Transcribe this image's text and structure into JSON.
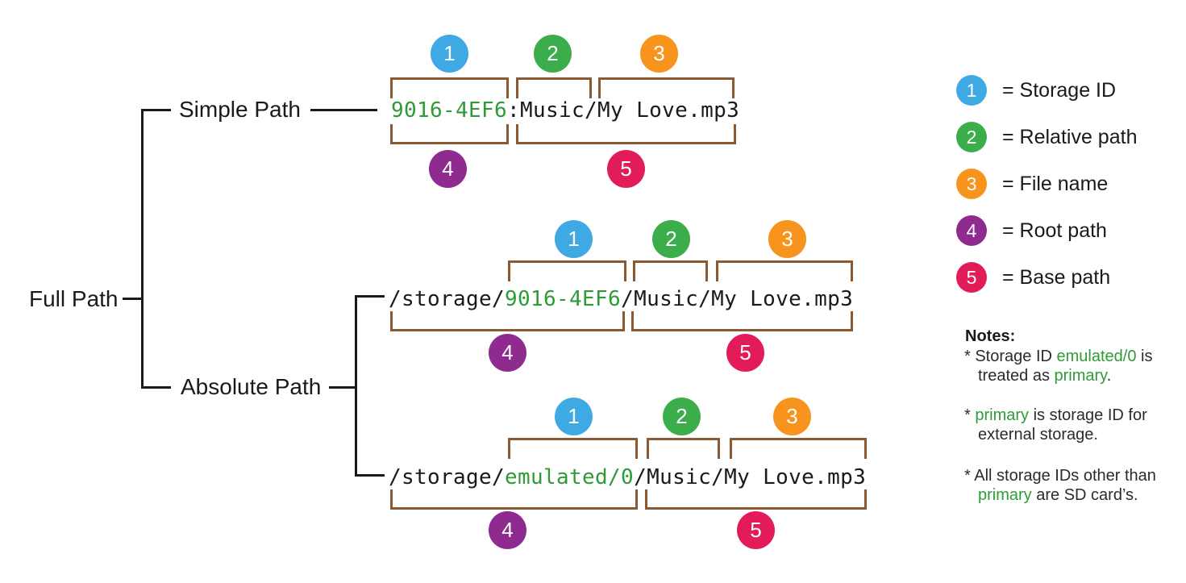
{
  "palette": {
    "marker_1_blue": "#3FA9E4",
    "marker_2_green": "#3BAD4A",
    "marker_3_orange": "#F7941E",
    "marker_4_purple": "#8F2B8F",
    "marker_5_pink": "#E21B59",
    "path_highlight_green": "#2E9B36",
    "bracket_brown": "#8A5A33",
    "text_black": "#1A1A1A"
  },
  "tree": {
    "root": "Full Path",
    "branch_top": "Simple Path",
    "branch_bottom": "Absolute Path"
  },
  "markers": {
    "storage_id": "1",
    "relative_path": "2",
    "file_name": "3",
    "root_path": "4",
    "base_path": "5"
  },
  "paths": [
    {
      "name": "simple-path",
      "segments": [
        {
          "t": "9016-4EF6",
          "hl": true
        },
        {
          "t": ":Music/My Love.mp3",
          "hl": false
        }
      ]
    },
    {
      "name": "absolute-path-sdcard",
      "segments": [
        {
          "t": "/storage/",
          "hl": false
        },
        {
          "t": "9016-4EF6",
          "hl": true
        },
        {
          "t": "/Music/My Love.mp3",
          "hl": false
        }
      ]
    },
    {
      "name": "absolute-path-emulated",
      "segments": [
        {
          "t": "/storage/",
          "hl": false
        },
        {
          "t": "emulated/0",
          "hl": true
        },
        {
          "t": "/Music/My Love.mp3",
          "hl": false
        }
      ]
    }
  ],
  "legend": {
    "items": [
      {
        "num": "1",
        "label": "= Storage ID"
      },
      {
        "num": "2",
        "label": "= Relative path"
      },
      {
        "num": "3",
        "label": "= File name"
      },
      {
        "num": "4",
        "label": "= Root path"
      },
      {
        "num": "5",
        "label": "= Base path"
      }
    ]
  },
  "notes": {
    "title": "Notes:",
    "items": [
      {
        "lines": [
          [
            {
              "t": "* Storage ID ",
              "g": false
            },
            {
              "t": "emulated/0",
              "g": true
            },
            {
              "t": " is",
              "g": false
            }
          ],
          [
            {
              "t": "treated as ",
              "g": false
            },
            {
              "t": "primary",
              "g": true
            },
            {
              "t": ".",
              "g": false
            }
          ]
        ]
      },
      {
        "lines": [
          [
            {
              "t": "* ",
              "g": false
            },
            {
              "t": "primary",
              "g": true
            },
            {
              "t": " is storage ID for",
              "g": false
            }
          ],
          [
            {
              "t": "external storage.",
              "g": false
            }
          ]
        ]
      },
      {
        "lines": [
          [
            {
              "t": "* All storage IDs other than",
              "g": false
            }
          ],
          [
            {
              "t": "primary",
              "g": true
            },
            {
              "t": " are SD card’s.",
              "g": false
            }
          ]
        ]
      }
    ]
  }
}
